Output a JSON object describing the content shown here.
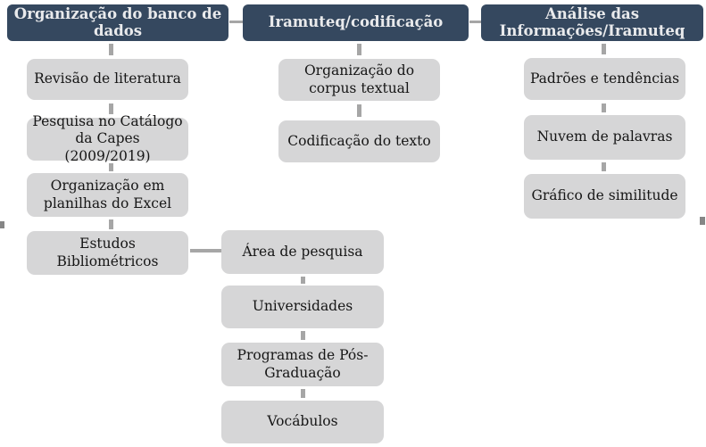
{
  "colors": {
    "header_bg": "#35485F",
    "header_text": "#E9EAEC",
    "step_bg": "#D6D6D7",
    "step_text": "#161616",
    "connector": "#A6A6A6"
  },
  "columns": [
    {
      "header": "Organização do banco de dados",
      "steps": [
        "Revisão de literatura",
        "Pesquisa no Catálogo da Capes (2009/2019)",
        "Organização em planilhas do Excel",
        "Estudos Bibliométricos"
      ]
    },
    {
      "header": "Iramuteq/codificação",
      "steps": [
        "Organização do corpus textual",
        "Codificação do texto"
      ]
    },
    {
      "header": "Análise das Informações/Iramuteq",
      "steps": [
        "Padrões e tendências",
        "Nuvem de palavras",
        "Gráfico de similitude"
      ]
    }
  ],
  "branch_from_estudos_bibliometricos": {
    "steps": [
      "Área de pesquisa",
      "Universidades",
      "Programas de Pós-Graduação",
      "Vocábulos"
    ]
  }
}
